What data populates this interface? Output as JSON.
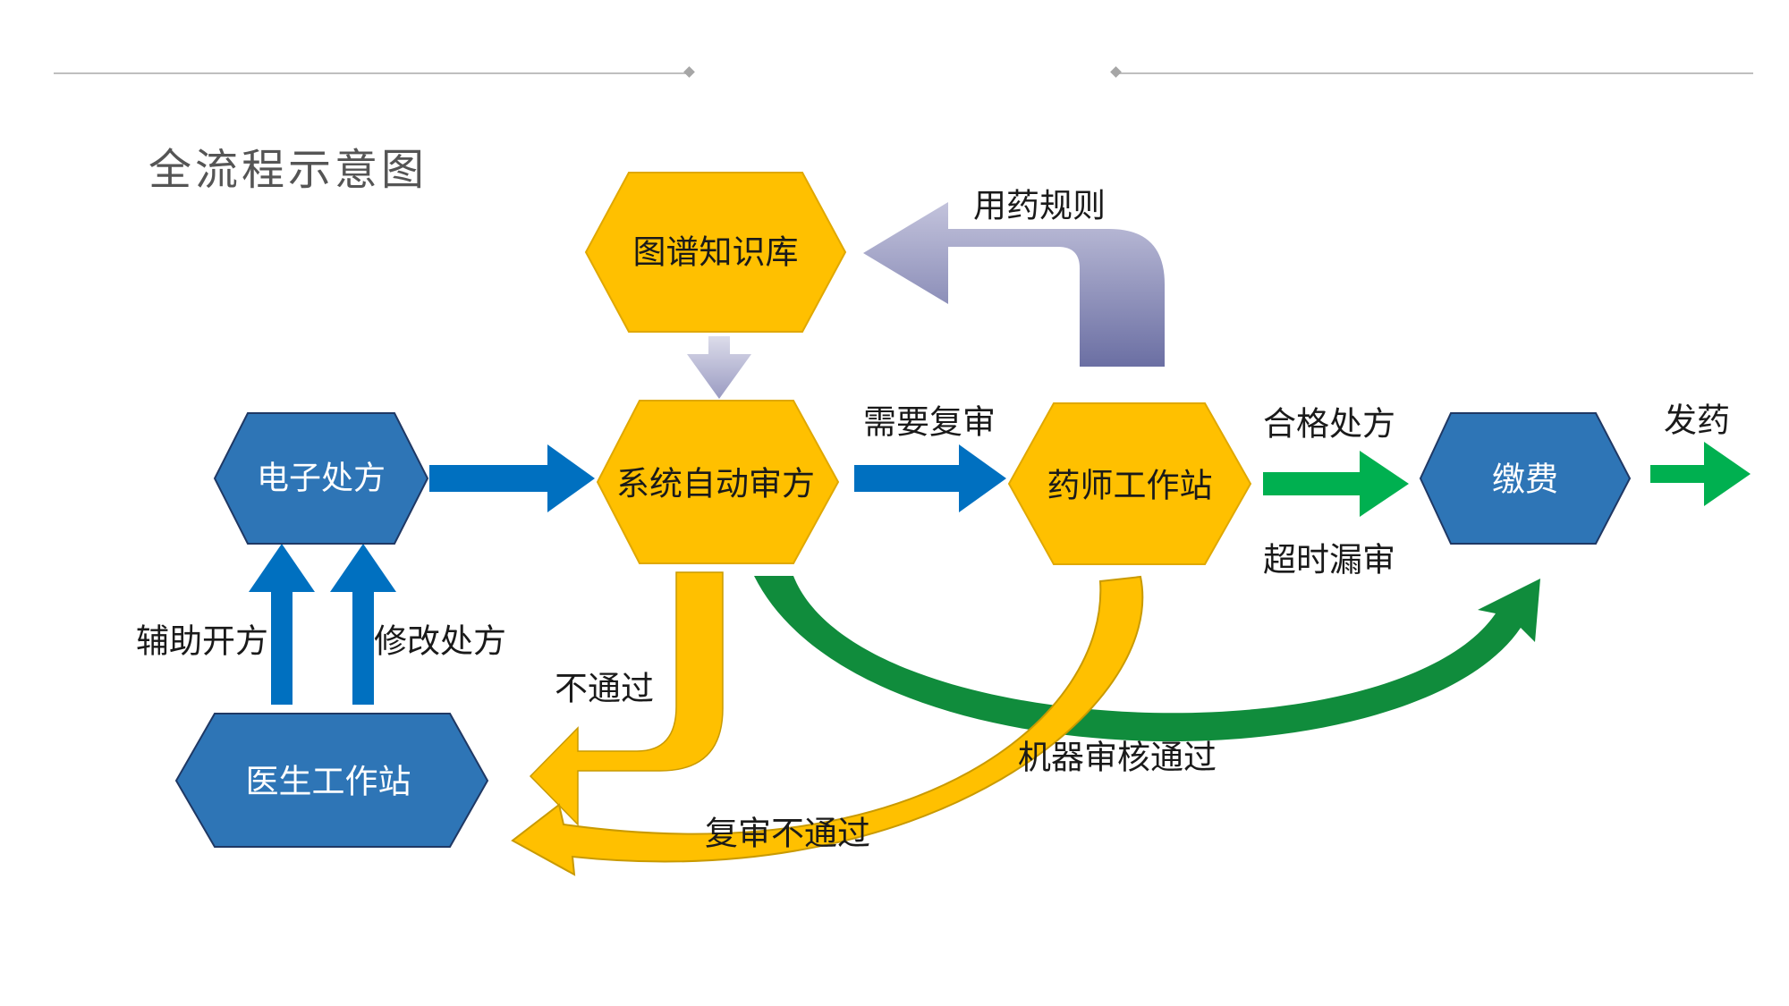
{
  "title": "全流程示意图",
  "colors": {
    "blue_node": "#2e75b6",
    "blue_arrow": "#0070c0",
    "yellow_node": "#ffc000",
    "green_arrow": "#00b050",
    "dark_green_arrow": "#108c3c",
    "gold_arrow": "#c99a00",
    "lavender_arrow": "#a5a5c8"
  },
  "nodes": {
    "knowledge_base": "图谱知识库",
    "e_prescription": "电子处方",
    "auto_review": "系统自动审方",
    "pharmacist": "药师工作站",
    "payment": "缴费",
    "doctor": "医生工作站"
  },
  "edge_labels": {
    "drug_rules": "用药规则",
    "need_recheck": "需要复审",
    "qualified": "合格处方",
    "timeout": "超时漏审",
    "dispense": "发药",
    "assist": "辅助开方",
    "modify": "修改处方",
    "fail": "不通过",
    "machine_pass": "机器审核通过",
    "recheck_fail": "复审不通过"
  }
}
